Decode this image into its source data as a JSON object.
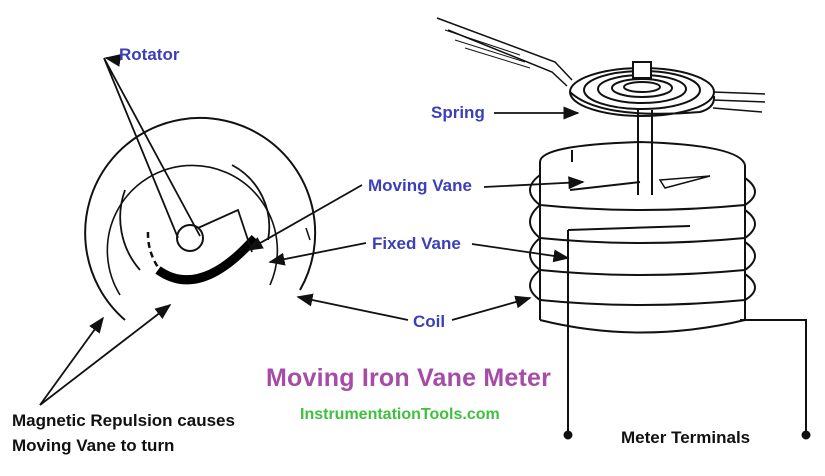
{
  "labels": {
    "rotator": "Rotator",
    "spring": "Spring",
    "moving_vane": "Moving Vane",
    "fixed_vane": "Fixed Vane",
    "coil": "Coil",
    "repulsion_line1": "Magnetic Repulsion causes",
    "repulsion_line2": "Moving Vane to turn",
    "meter_terminals": "Meter Terminals"
  },
  "title": "Moving Iron Vane Meter",
  "watermark": "InstrumentationTools.com",
  "colors": {
    "label_blue": "#3b3fb8",
    "title_purple": "#a64ca6",
    "watermark_green": "#3fc03f",
    "line": "#111111"
  }
}
